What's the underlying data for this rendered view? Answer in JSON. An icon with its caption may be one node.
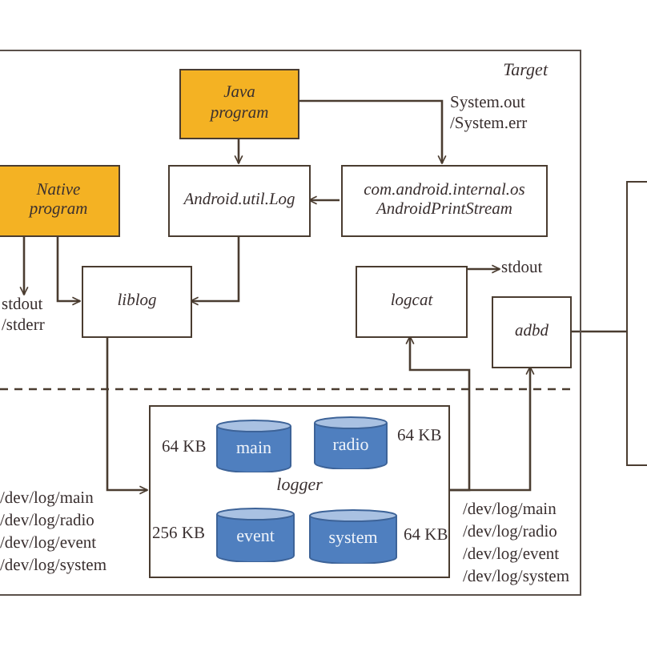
{
  "diagram": {
    "nodes": [
      {
        "text": [
          "Target"
        ]
      },
      {
        "text": [
          "Java program"
        ],
        "in": 0
      },
      {
        "text": [
          "Android.util.Log"
        ],
        "in": 0
      },
      {
        "text": [
          "com.android.internal.os AndroidPrintStream"
        ],
        "in": 0
      },
      {
        "text": [
          "Native program"
        ],
        "in": 0
      },
      {
        "text": [
          "stdout /stderr"
        ],
        "in": 0
      },
      {
        "text": [
          "liblog"
        ],
        "in": 0
      },
      {
        "text": [
          "logcat"
        ],
        "in": 0
      },
      {
        "text": [
          "stdout"
        ],
        "in": 0
      },
      {
        "text": [
          "adbd"
        ],
        "in": 0
      },
      {
        "text": [
          "logger"
        ],
        "in": 0
      },
      {
        "text": [
          "main"
        ],
        "in": 10,
        "beside": [
          "64 KB"
        ]
      },
      {
        "text": [
          "radio"
        ],
        "in": 10,
        "beside": [
          "64 KB"
        ]
      },
      {
        "text": [
          "event"
        ],
        "in": 10,
        "beside": [
          "256 KB"
        ]
      },
      {
        "text": [
          "system"
        ],
        "in": 10,
        "beside": [
          "64 KB"
        ]
      },
      {
        "text": [],
        "shape": "box"
      }
    ],
    "edges": [
      {
        "from": 1,
        "to": 2,
        "arrow": "to"
      },
      {
        "from": 1,
        "to": 3,
        "arrow": "to",
        "label": "System.out /System.err"
      },
      {
        "from": 3,
        "to": 2,
        "arrow": "to"
      },
      {
        "from": 2,
        "to": 6,
        "arrow": "to"
      },
      {
        "from": 4,
        "to": 5,
        "arrow": "to"
      },
      {
        "from": 4,
        "to": 6,
        "arrow": "to"
      },
      {
        "from": 6,
        "to": 10,
        "arrow": "to"
      },
      {
        "from": 10,
        "to": 7,
        "arrow": "to"
      },
      {
        "from": 10,
        "to": 9,
        "arrow": "to"
      },
      {
        "from": 7,
        "to": 8,
        "arrow": "to"
      },
      {
        "from": 9,
        "to": 15,
        "arrow": "none"
      }
    ],
    "labels": [
      "/dev/log/main",
      "/dev/log/radio",
      "/dev/log/event",
      "/dev/log/system",
      "/dev/log/main",
      "/dev/log/radio",
      "/dev/log/event",
      "/dev/log/system"
    ]
  }
}
